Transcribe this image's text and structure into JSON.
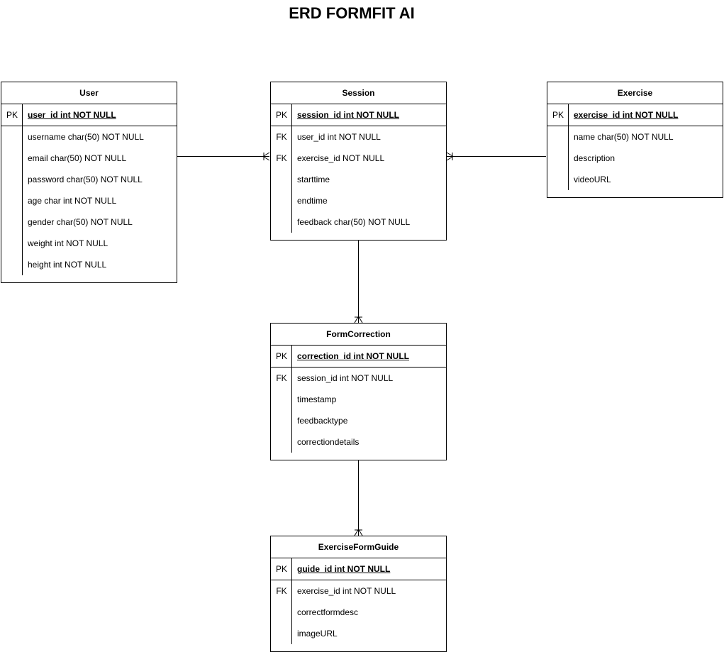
{
  "title": "ERD FORMFIT AI",
  "entities": {
    "user": {
      "name": "User",
      "pk": {
        "key": "PK",
        "field": "user_id int NOT NULL"
      },
      "fields": [
        {
          "key": "",
          "field": "username char(50) NOT NULL"
        },
        {
          "key": "",
          "field": "email char(50) NOT NULL"
        },
        {
          "key": "",
          "field": "password char(50) NOT NULL"
        },
        {
          "key": "",
          "field": "age char int NOT NULL"
        },
        {
          "key": "",
          "field": "gender char(50) NOT NULL"
        },
        {
          "key": "",
          "field": "weight int NOT NULL"
        },
        {
          "key": "",
          "field": "height int NOT NULL"
        }
      ]
    },
    "session": {
      "name": "Session",
      "pk": {
        "key": "PK",
        "field": "session_id int NOT NULL"
      },
      "fields": [
        {
          "key": "FK",
          "field": "user_id int NOT NULL"
        },
        {
          "key": "FK",
          "field": "exercise_id NOT NULL"
        },
        {
          "key": "",
          "field": "starttime"
        },
        {
          "key": "",
          "field": "endtime"
        },
        {
          "key": "",
          "field": "feedback char(50) NOT NULL"
        }
      ]
    },
    "exercise": {
      "name": "Exercise",
      "pk": {
        "key": "PK",
        "field": "exercise_id int NOT NULL"
      },
      "fields": [
        {
          "key": "",
          "field": "name char(50) NOT NULL"
        },
        {
          "key": "",
          "field": "description"
        },
        {
          "key": "",
          "field": "videoURL"
        }
      ]
    },
    "formcorrection": {
      "name": "FormCorrection",
      "pk": {
        "key": "PK",
        "field": "correction_id int NOT NULL"
      },
      "fields": [
        {
          "key": "FK",
          "field": "session_id int NOT NULL"
        },
        {
          "key": "",
          "field": "timestamp"
        },
        {
          "key": "",
          "field": "feedbacktype"
        },
        {
          "key": "",
          "field": "correctiondetails"
        }
      ]
    },
    "exerciseformguide": {
      "name": "ExerciseFormGuide",
      "pk": {
        "key": "PK",
        "field": "guide_id int NOT NULL"
      },
      "fields": [
        {
          "key": "FK",
          "field": "exercise_id int NOT NULL"
        },
        {
          "key": "",
          "field": "correctformdesc"
        },
        {
          "key": "",
          "field": "imageURL"
        }
      ]
    }
  },
  "relationships": [
    {
      "from": "User",
      "to": "Session",
      "notation": "one-to-many"
    },
    {
      "from": "Exercise",
      "to": "Session",
      "notation": "one-to-many"
    },
    {
      "from": "Session",
      "to": "FormCorrection",
      "notation": "one-to-many"
    },
    {
      "from": "FormCorrection",
      "to": "ExerciseFormGuide",
      "notation": "one-to-many"
    }
  ]
}
